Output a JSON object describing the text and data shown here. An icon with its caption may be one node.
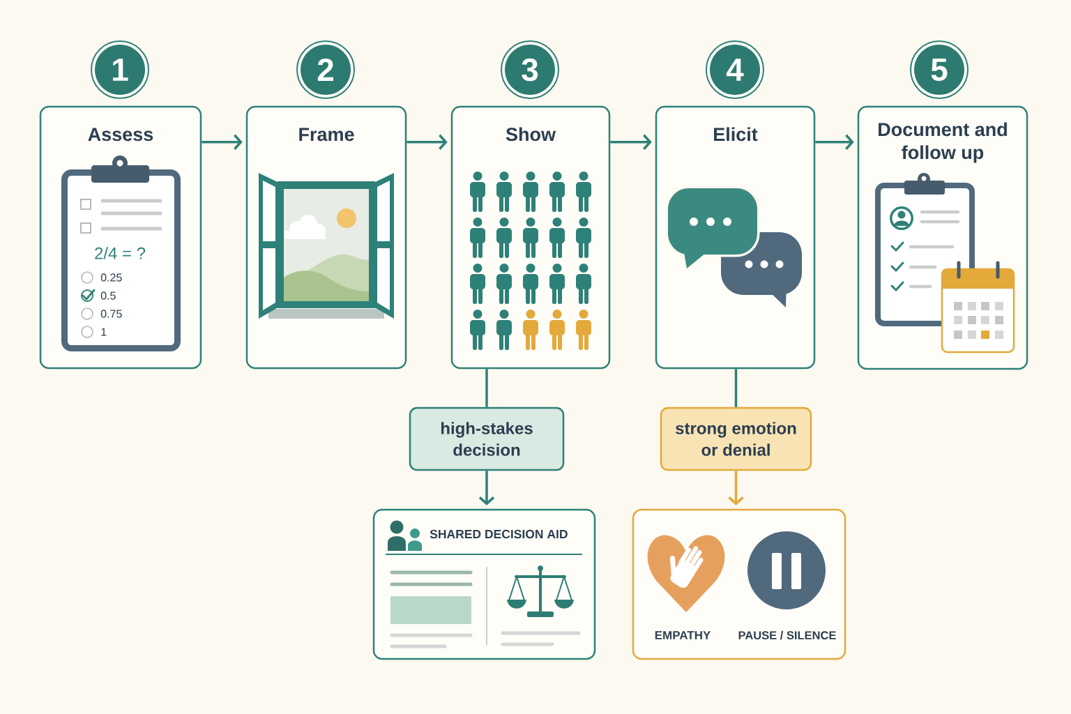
{
  "diagram": {
    "nodes": [
      {
        "text": [
          "1"
        ]
      },
      {
        "text": [
          "2"
        ]
      },
      {
        "text": [
          "3"
        ]
      },
      {
        "text": [
          "4"
        ]
      },
      {
        "text": [
          "5"
        ]
      },
      {
        "text": [
          "Assess"
        ]
      },
      {
        "text": [
          "Frame"
        ]
      },
      {
        "text": [
          "Show"
        ]
      },
      {
        "text": [
          "Elicit"
        ]
      },
      {
        "text": [
          "Document and follow up"
        ]
      },
      {
        "text": [
          "high-stakes decision"
        ]
      },
      {
        "text": [
          "strong emotion or denial"
        ]
      },
      {
        "text": [
          "SHARED DECISION AID"
        ]
      },
      {
        "text": [
          "EMPATHY",
          "PAUSE / SILENCE"
        ]
      }
    ],
    "edges": [
      {
        "from": 5,
        "to": 6,
        "arrow": "to"
      },
      {
        "from": 6,
        "to": 7,
        "arrow": "to"
      },
      {
        "from": 7,
        "to": 8,
        "arrow": "to"
      },
      {
        "from": 8,
        "to": 9,
        "arrow": "to"
      },
      {
        "from": 7,
        "to": 10,
        "arrow": "none"
      },
      {
        "from": 10,
        "to": 12,
        "arrow": "to"
      },
      {
        "from": 8,
        "to": 11,
        "arrow": "none"
      },
      {
        "from": 11,
        "to": 13,
        "arrow": "to",
        "color": "#e3a93b"
      }
    ],
    "labels": [
      "2/4 = ?",
      "0.25",
      "0.5",
      "0.75",
      "1"
    ]
  }
}
